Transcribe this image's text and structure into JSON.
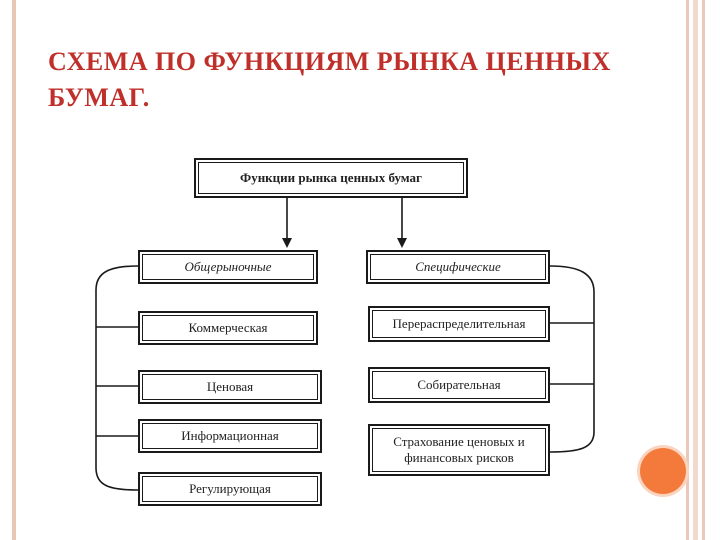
{
  "slide": {
    "title": "Схема по функциям рынка ценных бумаг."
  },
  "diagram": {
    "root": "Функции рынка ценных бумаг",
    "left_group": {
      "header": "Общерыночные",
      "items": [
        "Коммерческая",
        "Ценовая",
        "Информационная",
        "Регулирующая"
      ]
    },
    "right_group": {
      "header": "Специфические",
      "items": [
        "Перераспределительная",
        "Собирательная",
        "Страхование ценовых и финансовых рисков"
      ]
    }
  },
  "colors": {
    "title": "#c0302a",
    "accent_dot": "#f47a3c",
    "side_rules": "#e9c6b6"
  }
}
